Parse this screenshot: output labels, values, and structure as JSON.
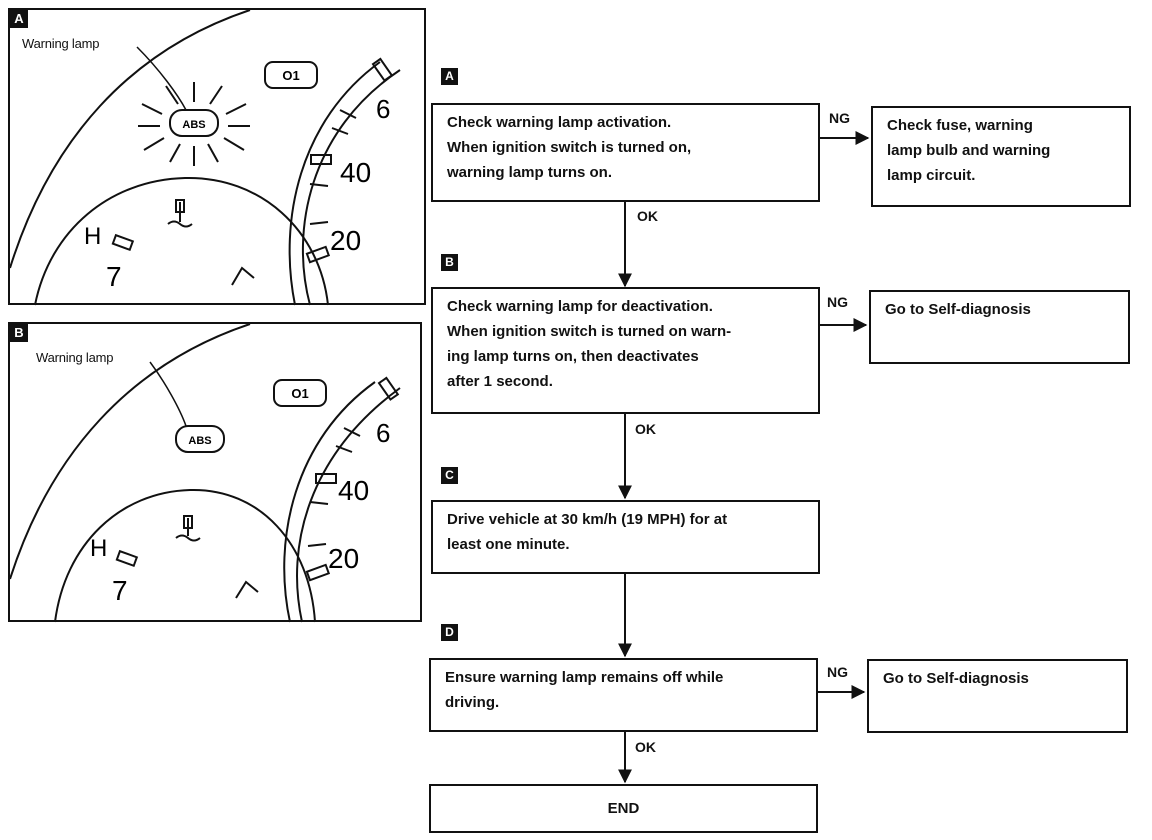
{
  "panels": {
    "a": {
      "badge": "A",
      "lamp_label": "Warning lamp",
      "lamp_text": "ABS",
      "indicator_text": "O1"
    },
    "b": {
      "badge": "B",
      "lamp_label": "Warning lamp",
      "lamp_text": "ABS",
      "indicator_text": "O1"
    },
    "gauge_numbers": [
      "6",
      "40",
      "20"
    ],
    "temp_labels": [
      "H",
      "7"
    ]
  },
  "flowchart": {
    "steps": [
      {
        "tag": "A",
        "text": [
          "Check warning lamp activation.",
          "When ignition switch is turned on,",
          "warning lamp turns on."
        ]
      },
      {
        "tag": "B",
        "text": [
          "Check warning lamp for deactivation.",
          "When ignition switch is turned on warn-",
          "ing lamp turns on, then deactivates",
          "after 1 second."
        ]
      },
      {
        "tag": "C",
        "text": [
          "Drive vehicle at 30 km/h (19 MPH) for at",
          "least one minute."
        ]
      },
      {
        "tag": "D",
        "text": [
          "Ensure warning lamp remains off while",
          "driving."
        ]
      }
    ],
    "end": "END",
    "ng_results": [
      [
        "Check fuse, warning",
        "lamp bulb and warning",
        "lamp circuit."
      ],
      [
        "Go to Self-diagnosis"
      ],
      [
        "Go to Self-diagnosis"
      ]
    ],
    "ok_label": "OK",
    "ng_label": "NG"
  }
}
